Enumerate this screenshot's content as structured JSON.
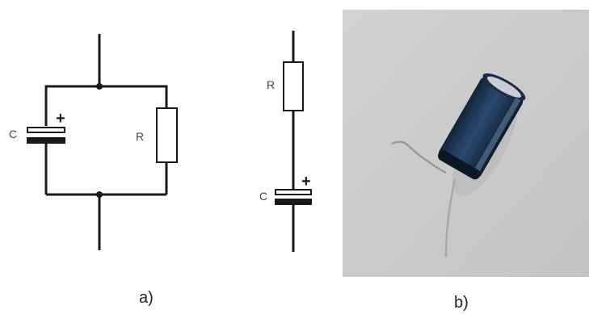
{
  "figure_a": {
    "capacitor_label": "C",
    "resistor_label": "R",
    "polarity_mark": "+",
    "caption": "a)"
  },
  "series_circuit": {
    "resistor_label": "R",
    "capacitor_label": "C",
    "polarity_mark": "+"
  },
  "figure_b": {
    "caption": "b)"
  },
  "colors": {
    "line": "#1a1a1a",
    "label_gray": "#444444",
    "photo_background": "#c9c9c9",
    "capacitor_body": "#1f3550"
  },
  "icons": {
    "photo": "electrolytic-capacitor-photo"
  }
}
